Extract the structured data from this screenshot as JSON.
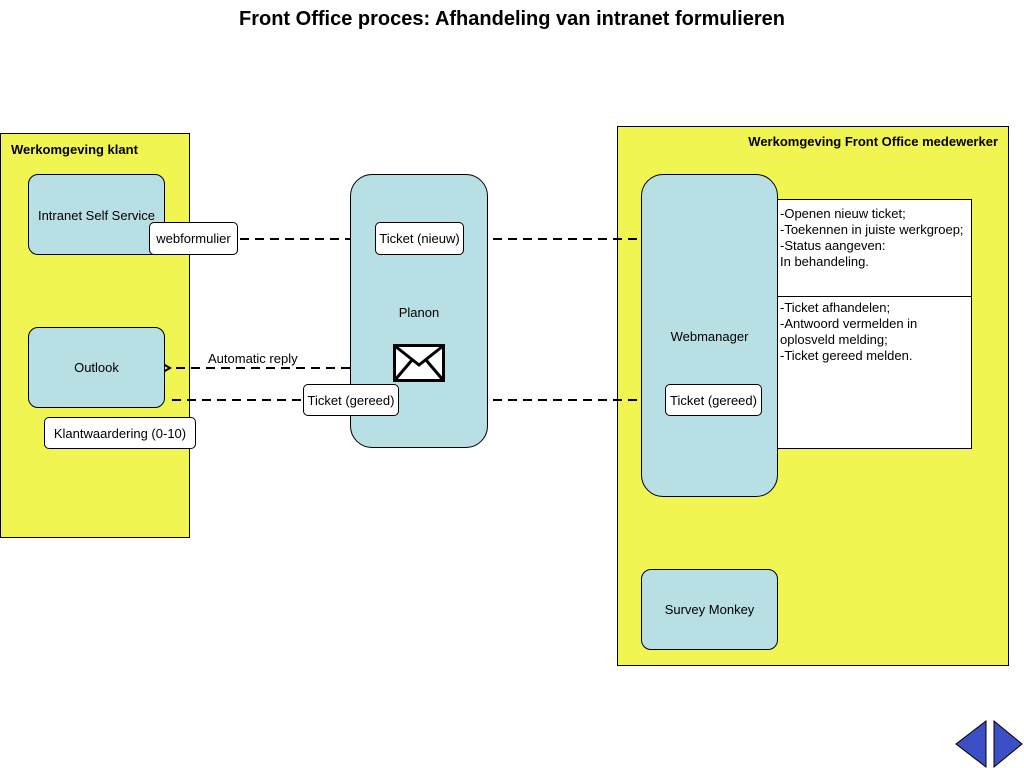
{
  "title": "Front Office proces: Afhandeling van intranet formulieren",
  "zones": {
    "client": {
      "label": "Werkomgeving klant"
    },
    "front_office": {
      "label": "Werkomgeving Front Office medewerker"
    }
  },
  "systems": {
    "intranet_self_service": "Intranet Self Service",
    "outlook": "Outlook",
    "planon": "Planon",
    "webmanager": "Webmanager",
    "survey_monkey": "Survey Monkey"
  },
  "tags": {
    "webformulier": "webformulier",
    "klantwaardering": "Klantwaardering (0-10)",
    "ticket_nieuw": "Ticket (nieuw)",
    "ticket_gereed_planon": "Ticket (gereed)",
    "ticket_gereed_webmanager": "Ticket (gereed)"
  },
  "edge_labels": {
    "automatic_reply": "Automatic reply"
  },
  "notes": {
    "step1": "-Openen nieuw ticket;\n-Toekennen in juiste werkgroep;\n-Status aangeven:\nIn behandeling.",
    "step2": "-Ticket afhandelen;\n-Antwoord vermelden in oplosveld melding;\n-Ticket gereed melden."
  },
  "icons": {
    "mail": "envelope-icon",
    "prev": "triangle-left-icon",
    "next": "triangle-right-icon"
  },
  "colors": {
    "zone_fill": "#f0f552",
    "system_fill": "#b8dfe3",
    "nav_fill": "#3d4fc4"
  }
}
